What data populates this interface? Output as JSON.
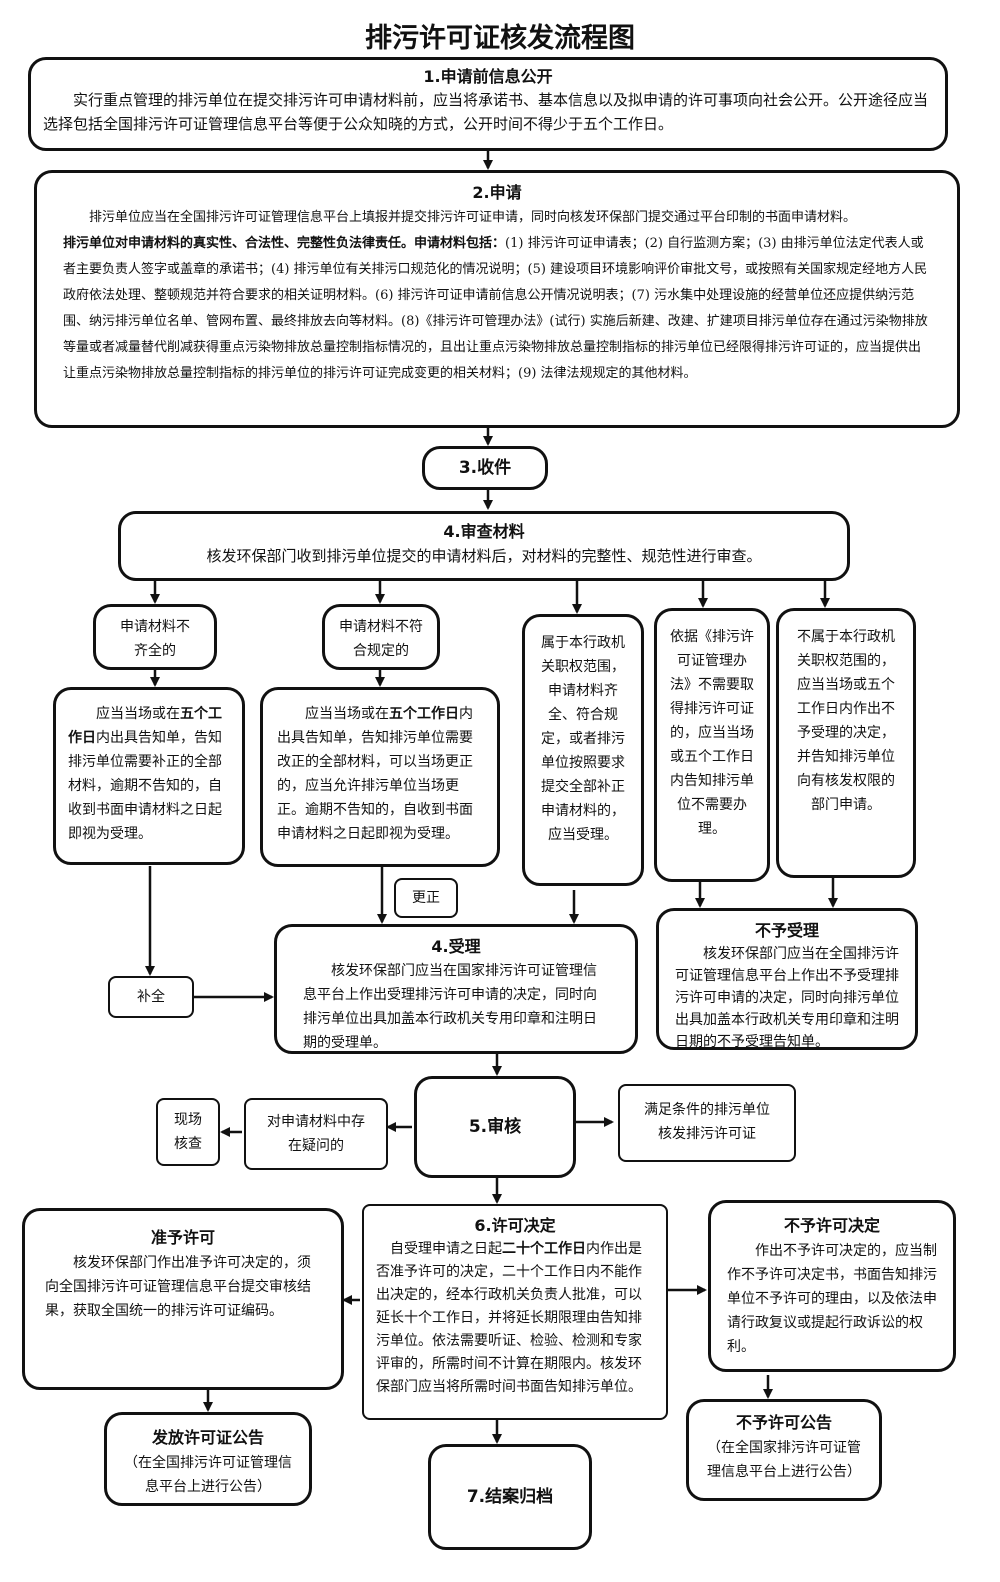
{
  "title": "排污许可证核发流程图",
  "step1": {
    "heading": "1.申请前信息公开",
    "text": "实行重点管理的排污单位在提交排污许可申请材料前，应当将承诺书、基本信息以及拟申请的许可事项向社会公开。公开途径应当选择包括全国排污许可证管理信息平台等便于公众知晓的方式，公开时间不得少于五个工作日。"
  },
  "step2": {
    "heading": "2.申请",
    "intro": "排污单位应当在全国排污许可证管理信息平台上填报并提交排污许可证申请，同时向核发环保部门提交通过平台印制的书面申请材料。",
    "bold": "排污单位对申请材料的真实性、合法性、完整性负法律责任。申请材料包括：",
    "rest": "(1) 排污许可证申请表；(2) 自行监测方案；(3) 由排污单位法定代表人或者主要负责人签字或盖章的承诺书；(4) 排污单位有关排污口规范化的情况说明；(5) 建设项目环境影响评价审批文号，或按照有关国家规定经地方人民政府依法处理、整顿规范并符合要求的相关证明材料。(6) 排污许可证申请前信息公开情况说明表；(7) 污水集中处理设施的经营单位还应提供纳污范围、纳污排污单位名单、管网布置、最终排放去向等材料。(8)《排污许可管理办法》(试行) 实施后新建、改建、扩建项目排污单位存在通过污染物排放等量或者减量替代削减获得重点污染物排放总量控制指标情况的，且出让重点污染物排放总量控制指标的排污单位已经限得排污许可证的，应当提供出让重点污染物排放总量控制指标的排污单位的排污许可证完成变更的相关材料；(9) 法律法规规定的其他材料。"
  },
  "step3": {
    "heading": "3.收件"
  },
  "step4a": {
    "heading": "4.审查材料",
    "text": "核发环保部门收到排污单位提交的申请材料后，对材料的完整性、规范性进行审查。"
  },
  "branches": {
    "incomplete_label": "申请材料不齐全的",
    "incomplete_pre": "应当当场或在",
    "incomplete_bold": "五个工作日",
    "incomplete_post": "内出具告知单，告知排污单位需要补正的全部材料，逾期不告知的，自收到书面申请材料之日起即视为受理。",
    "nonconform_label": "申请材料不符合规定的",
    "nonconform_pre": "应当当场或在",
    "nonconform_bold": "五个工作日",
    "nonconform_post": "内出具告知单，告知排污单位需要改正的全部材料，可以当场更正的，应当允许排污单位当场更正。逾期不告知的，自收到书面申请材料之日起即视为受理。",
    "accept": "属于本行政机关职权范围，申请材料齐全、符合规定，或者排污单位按照要求提交全部补正申请材料的，应当受理。",
    "no_need": "依据《排污许可证管理办法》不需要取得排污许可证的，应当当场或五个工作日内告知排污单位不需要办理。",
    "not_scope": "不属于本行政机关职权范围的，应当当场或五个工作日内作出不予受理的决定，并告知排污单位向有核发权限的部门申请。",
    "correct": "更正",
    "supplement": "补全"
  },
  "step4b": {
    "heading": "4.受理",
    "text": "核发环保部门应当在国家排污许可证管理信息平台上作出受理排污许可申请的决定，同时向排污单位出具加盖本行政机关专用印章和注明日期的受理单。"
  },
  "reject": {
    "heading": "不予受理",
    "text": "核发环保部门应当在全国排污许可证管理信息平台上作出不予受理排污许可申请的决定，同时向排污单位出具加盖本行政机关专用印章和注明日期的不予受理告知单。"
  },
  "step5": {
    "heading": "5.审核",
    "doubt": "对申请材料中存在疑问的",
    "onsite": "现场核查",
    "grant": "满足条件的排污单位核发排污许可证"
  },
  "step6": {
    "heading": "6.许可决定",
    "pre": "自受理申请之日起",
    "bold": "二十个工作日",
    "post": "内作出是否准予许可的决定，二十个工作日内不能作出决定的，经本行政机关负责人批准，可以延长十个工作日，并将延长期限理由告知排污单位。依法需要听证、检验、检测和专家评审的，所需时间不计算在期限内。核发环保部门应当将所需时间书面告知排污单位。"
  },
  "approve": {
    "heading": "准予许可",
    "text": "核发环保部门作出准予许可决定的，须向全国排污许可证管理信息平台提交审核结果，获取全国统一的排污许可证编码。"
  },
  "deny": {
    "heading": "不予许可决定",
    "text": "作出不予许可决定的，应当制作不予许可决定书，书面告知排污单位不予许可的理由，以及依法申请行政复议或提起行政诉讼的权利。"
  },
  "publish": {
    "heading": "发放许可证公告",
    "text": "（在全国排污许可证管理信息平台上进行公告）"
  },
  "deny_publish": {
    "heading": "不予许可公告",
    "text": "（在全国家排污许可证管理信息平台上进行公告）"
  },
  "step7": {
    "heading": "7.结案归档"
  }
}
